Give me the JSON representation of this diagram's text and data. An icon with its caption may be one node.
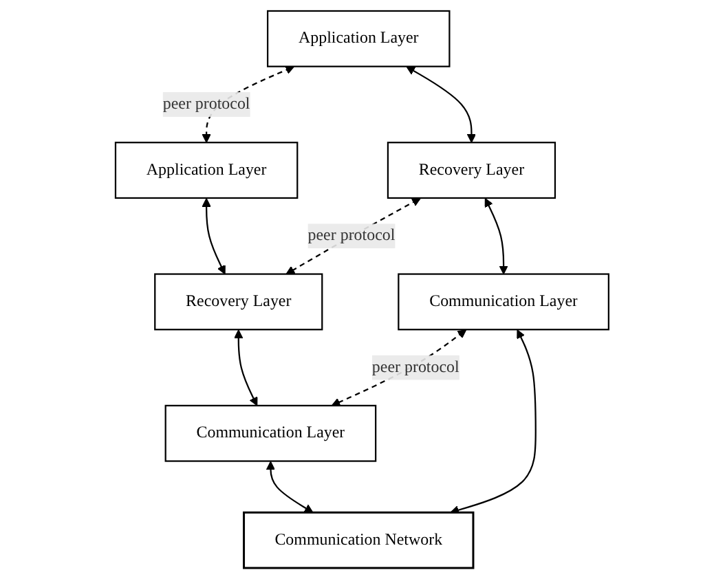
{
  "diagram": {
    "nodes": [
      {
        "text": [
          "Application Layer"
        ]
      },
      {
        "text": [
          "Application Layer"
        ]
      },
      {
        "text": [
          "Recovery Layer"
        ]
      },
      {
        "text": [
          "Recovery Layer"
        ]
      },
      {
        "text": [
          "Communication Layer"
        ]
      },
      {
        "text": [
          "Communication Layer"
        ]
      },
      {
        "text": [
          "Communication Network"
        ]
      }
    ],
    "edges": [
      {
        "from": 0,
        "to": 1,
        "arrow": "both",
        "style": "dashed",
        "label": "peer protocol"
      },
      {
        "from": 0,
        "to": 2,
        "arrow": "both"
      },
      {
        "from": 1,
        "to": 3,
        "arrow": "both"
      },
      {
        "from": 2,
        "to": 3,
        "arrow": "both",
        "style": "dashed",
        "label": "peer protocol"
      },
      {
        "from": 2,
        "to": 4,
        "arrow": "both"
      },
      {
        "from": 3,
        "to": 5,
        "arrow": "both"
      },
      {
        "from": 4,
        "to": 5,
        "arrow": "both",
        "style": "dashed",
        "label": "peer protocol"
      },
      {
        "from": 4,
        "to": 6,
        "arrow": "both"
      },
      {
        "from": 5,
        "to": 6,
        "arrow": "both"
      }
    ]
  }
}
